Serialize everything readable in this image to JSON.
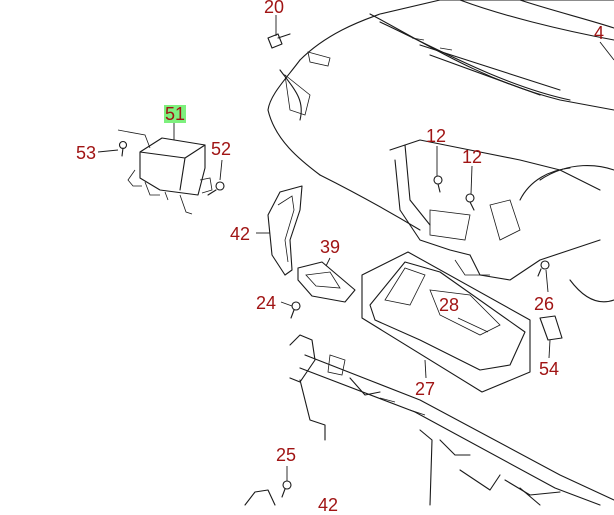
{
  "diagram": {
    "highlighted_part": "51",
    "label_color": "#a01414",
    "highlight_color": "#7df07d",
    "callouts": [
      {
        "id": "20a",
        "text": "20"
      },
      {
        "id": "4",
        "text": "4"
      },
      {
        "id": "51",
        "text": "51"
      },
      {
        "id": "53",
        "text": "53"
      },
      {
        "id": "52",
        "text": "52"
      },
      {
        "id": "12a",
        "text": "12"
      },
      {
        "id": "12b",
        "text": "12"
      },
      {
        "id": "42",
        "text": "42"
      },
      {
        "id": "39",
        "text": "39"
      },
      {
        "id": "24",
        "text": "24"
      },
      {
        "id": "28",
        "text": "28"
      },
      {
        "id": "26",
        "text": "26"
      },
      {
        "id": "54",
        "text": "54"
      },
      {
        "id": "27",
        "text": "27"
      },
      {
        "id": "25",
        "text": "25"
      },
      {
        "id": "partial",
        "text": "42"
      }
    ]
  }
}
